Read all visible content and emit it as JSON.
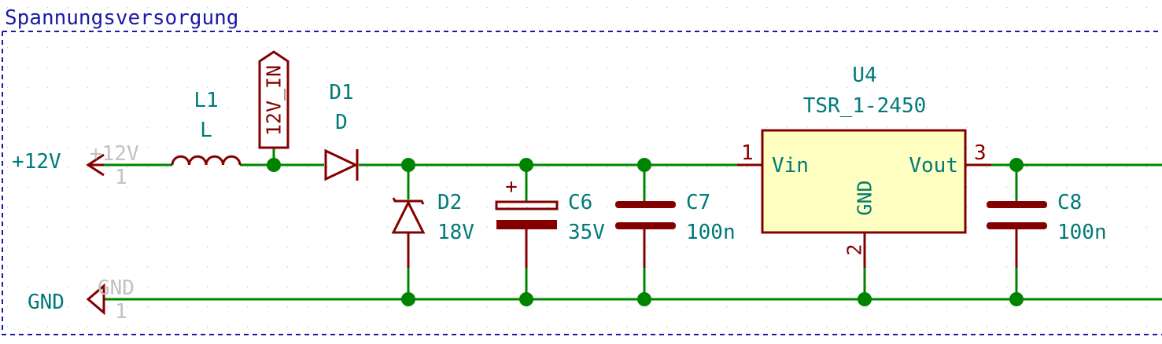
{
  "sheet": {
    "title": "Spannungsversorgung",
    "colors": {
      "frame": "#1a1aa6",
      "wire": "#008400",
      "symbol": "#840000",
      "ic_fill": "#ffffc2",
      "value_text": "#007a7a",
      "ghost_text": "#c2c2c2",
      "grid_dot": "#c6c6c6"
    }
  },
  "power_ports": {
    "plus12v": {
      "label": "+12V",
      "ghost_label": "+12V",
      "ghost_pin": "1",
      "icon": "arrow-left-icon"
    },
    "gnd": {
      "label": "GND",
      "ghost_label": "GND",
      "ghost_pin": "1",
      "icon": "triangle-left-icon"
    }
  },
  "net_label": {
    "text": "12V_IN"
  },
  "components": {
    "L1": {
      "ref": "L1",
      "value": "L",
      "icon": "inductor-icon"
    },
    "D1": {
      "ref": "D1",
      "value": "D",
      "icon": "diode-icon"
    },
    "D2": {
      "ref": "D2",
      "value": "18V",
      "icon": "zener-diode-icon"
    },
    "C6": {
      "ref": "C6",
      "value": "35V",
      "polarity": "+",
      "icon": "polarized-capacitor-icon"
    },
    "C7": {
      "ref": "C7",
      "value": "100n",
      "icon": "capacitor-icon"
    },
    "C8": {
      "ref": "C8",
      "value": "100n",
      "icon": "capacitor-icon"
    },
    "U4": {
      "ref": "U4",
      "value": "TSR_1-2450",
      "pins": {
        "vin": {
          "number": "1",
          "name": "Vin"
        },
        "gnd": {
          "number": "2",
          "name": "GND"
        },
        "vout": {
          "number": "3",
          "name": "Vout"
        }
      }
    }
  }
}
